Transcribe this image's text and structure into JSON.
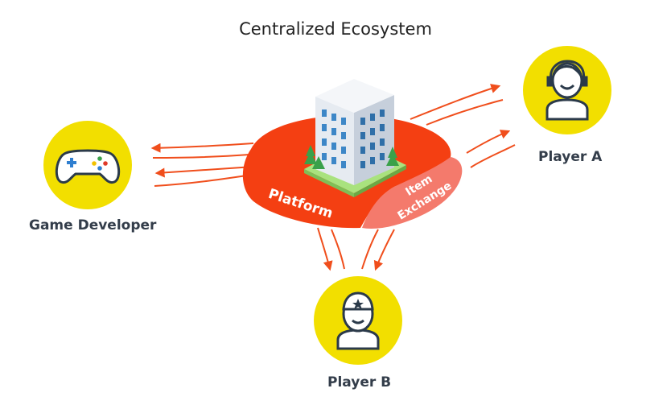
{
  "title": "Centralized Ecosystem",
  "nodes": {
    "game_developer": "Game Developer",
    "player_a": "Player A",
    "player_b": "Player B"
  },
  "hub": {
    "platform": "Platform",
    "item_exchange_line1": "Item",
    "item_exchange_line2": "Exchange"
  },
  "colors": {
    "platform": "#f43f12",
    "item_exchange": "#f47a6c",
    "circle": "#f2df00",
    "arrow": "#f04e1c",
    "outline": "#2b3a4a"
  },
  "icons": {
    "game_developer": "gamepad-icon",
    "player_a": "headset-person-icon",
    "player_b": "helmet-person-icon",
    "hub": "office-building-icon"
  }
}
